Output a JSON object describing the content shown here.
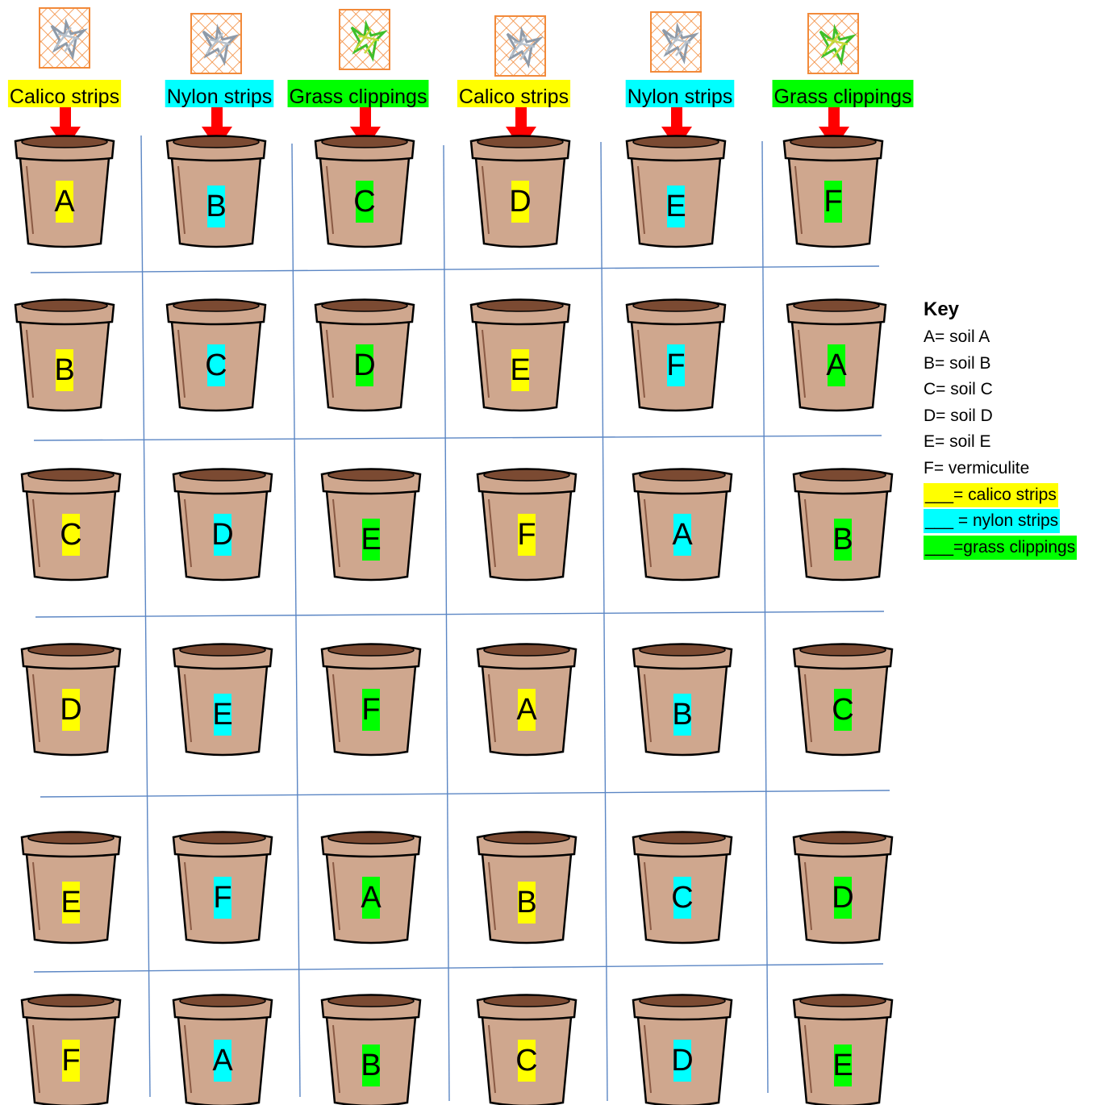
{
  "colors": {
    "calico": "#ffff00",
    "nylon": "#00ffff",
    "grass": "#00ff00",
    "arrow": "#ff0000",
    "pot_body": "#cfa78e",
    "pot_outline": "#000000",
    "soil": "#7b4a32",
    "grid_line": "#5b86c4",
    "mesh": "#f28a3a"
  },
  "columns": [
    {
      "treatment": "calico",
      "label": "Calico strips",
      "strip_icon": "calico-strips-mesh-icon"
    },
    {
      "treatment": "nylon",
      "label": "Nylon strips",
      "strip_icon": "nylon-strips-mesh-icon"
    },
    {
      "treatment": "grass",
      "label": "Grass clippings",
      "strip_icon": "grass-clippings-mesh-icon"
    },
    {
      "treatment": "calico",
      "label": "Calico strips",
      "strip_icon": "calico-strips-mesh-icon"
    },
    {
      "treatment": "nylon",
      "label": "Nylon strips",
      "strip_icon": "nylon-strips-mesh-icon"
    },
    {
      "treatment": "grass",
      "label": "Grass clippings",
      "strip_icon": "grass-clippings-mesh-icon"
    }
  ],
  "pots": [
    [
      "A",
      "B",
      "C",
      "D",
      "E",
      "F"
    ],
    [
      "B",
      "C",
      "D",
      "E",
      "F",
      "A"
    ],
    [
      "C",
      "D",
      "E",
      "F",
      "A",
      "B"
    ],
    [
      "D",
      "E",
      "F",
      "A",
      "B",
      "C"
    ],
    [
      "E",
      "F",
      "A",
      "B",
      "C",
      "D"
    ],
    [
      "F",
      "A",
      "B",
      "C",
      "D",
      "E"
    ]
  ],
  "key": {
    "title": "Key",
    "entries": [
      "A= soil A",
      "B= soil B",
      "C= soil C",
      "D= soil D",
      "E= soil E",
      "F= vermiculite"
    ],
    "swatches": [
      {
        "color": "#ffff00",
        "text": "___= calico strips"
      },
      {
        "color": "#00ffff",
        "text": "___ = nylon strips"
      },
      {
        "color": "#00ff00",
        "text": "___=grass clippings"
      }
    ]
  }
}
